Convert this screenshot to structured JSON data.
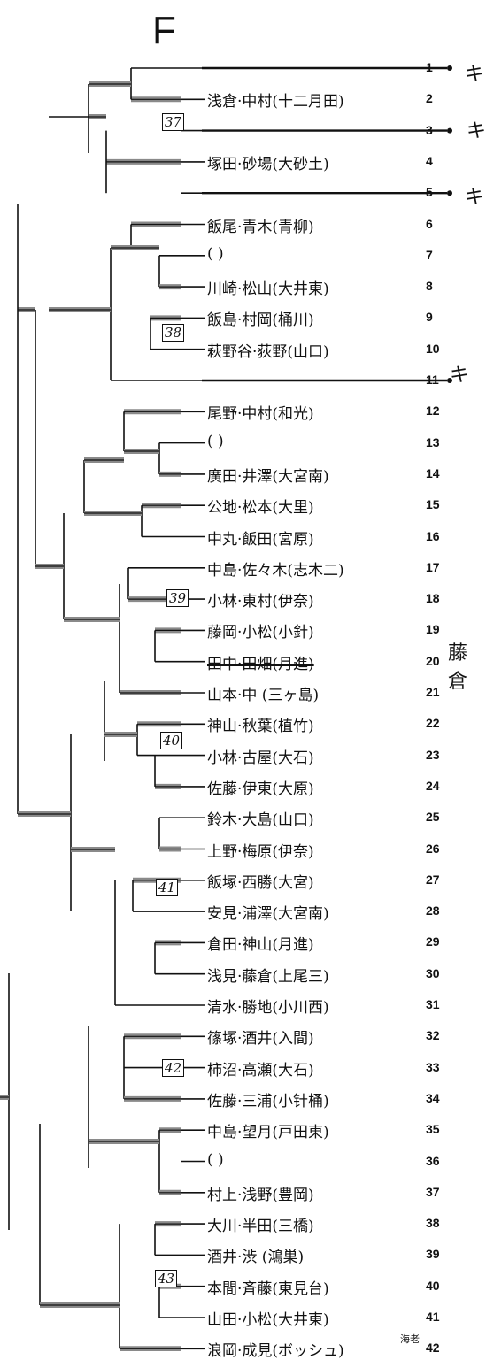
{
  "sheet": {
    "title": "F"
  },
  "entries": [
    {
      "no": "1",
      "pair": "",
      "struck": true
    },
    {
      "no": "2",
      "pair": "浅倉·中村(十二月田)",
      "struck": false
    },
    {
      "no": "3",
      "pair": "",
      "struck": true
    },
    {
      "no": "4",
      "pair": "塚田·砂場(大砂土)",
      "struck": false
    },
    {
      "no": "5",
      "pair": "",
      "struck": true
    },
    {
      "no": "6",
      "pair": "飯尾·青木(青柳)",
      "struck": false
    },
    {
      "no": "7",
      "pair": "(              )",
      "struck": false
    },
    {
      "no": "8",
      "pair": "川崎·松山(大井東)",
      "struck": false
    },
    {
      "no": "9",
      "pair": "飯島·村岡(桶川)",
      "struck": false
    },
    {
      "no": "10",
      "pair": "萩野谷·荻野(山口)",
      "struck": false
    },
    {
      "no": "11",
      "pair": "",
      "struck": true
    },
    {
      "no": "12",
      "pair": "尾野·中村(和光)",
      "struck": false
    },
    {
      "no": "13",
      "pair": "(              )",
      "struck": false
    },
    {
      "no": "14",
      "pair": "廣田·井澤(大宮南)",
      "struck": false
    },
    {
      "no": "15",
      "pair": "公地·松本(大里)",
      "struck": false
    },
    {
      "no": "16",
      "pair": "中丸·飯田(宮原)",
      "struck": false
    },
    {
      "no": "17",
      "pair": "中島·佐々木(志木二)",
      "struck": false
    },
    {
      "no": "18",
      "pair": "小林·東村(伊奈)",
      "struck": false
    },
    {
      "no": "19",
      "pair": "藤岡·小松(小針)",
      "struck": false
    },
    {
      "no": "20",
      "pair": "田中·田畑(月進)",
      "struck": true
    },
    {
      "no": "21",
      "pair": "山本·中  (三ヶ島)",
      "struck": false
    },
    {
      "no": "22",
      "pair": "神山·秋葉(植竹)",
      "struck": false
    },
    {
      "no": "23",
      "pair": "小林·古屋(大石)",
      "struck": false
    },
    {
      "no": "24",
      "pair": "佐藤·伊東(大原)",
      "struck": false
    },
    {
      "no": "25",
      "pair": "鈴木·大島(山口)",
      "struck": false
    },
    {
      "no": "26",
      "pair": "上野·梅原(伊奈)",
      "struck": false
    },
    {
      "no": "27",
      "pair": "飯塚·西勝(大宮)",
      "struck": false
    },
    {
      "no": "28",
      "pair": "安見·浦澤(大宮南)",
      "struck": false
    },
    {
      "no": "29",
      "pair": "倉田·神山(月進)",
      "struck": false
    },
    {
      "no": "30",
      "pair": "浅見·藤倉(上尾三)",
      "struck": false
    },
    {
      "no": "31",
      "pair": "清水·勝地(小川西)",
      "struck": false
    },
    {
      "no": "32",
      "pair": "篠塚·酒井(入間)",
      "struck": false
    },
    {
      "no": "33",
      "pair": "柿沼·高瀬(大石)",
      "struck": false
    },
    {
      "no": "34",
      "pair": "佐藤·三浦(小针桶)",
      "struck": false
    },
    {
      "no": "35",
      "pair": "中島·望月(戸田東)",
      "struck": false
    },
    {
      "no": "36",
      "pair": "(              )",
      "struck": false
    },
    {
      "no": "37",
      "pair": "村上·浅野(豊岡)",
      "struck": false
    },
    {
      "no": "38",
      "pair": "大川·半田(三橋)",
      "struck": false
    },
    {
      "no": "39",
      "pair": "酒井·渋  (鴻巣)",
      "struck": false
    },
    {
      "no": "40",
      "pair": "本間·斉藤(東見台)",
      "struck": false
    },
    {
      "no": "41",
      "pair": "山田·小松(大井東)",
      "struck": false
    },
    {
      "no": "42",
      "pair": "浪岡·成見(ボッシュ)",
      "struck": false
    }
  ],
  "group_boxes": [
    "37",
    "38",
    "39",
    "40",
    "41",
    "42",
    "43"
  ],
  "margin_notes": [
    "キ",
    "キ",
    "キ",
    "キ",
    "藤倉"
  ],
  "footer_note": "海老",
  "colors": {
    "ink": "#111111",
    "highlight": "#8a8a8a"
  }
}
